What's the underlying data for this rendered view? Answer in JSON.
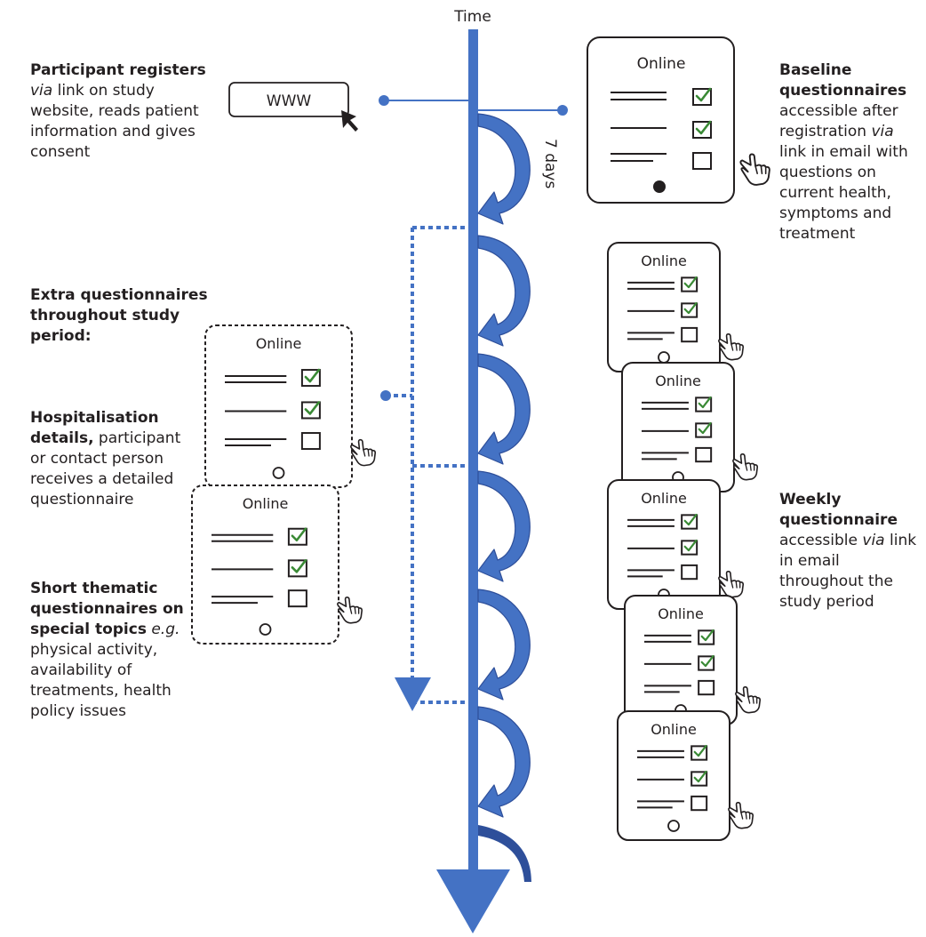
{
  "axis": {
    "label": "Time",
    "interval_label": "7 days"
  },
  "registration": {
    "bold": "Participant registers",
    "via": "via",
    "rest": " link on study website, reads patient information and gives consent",
    "www_label": "WWW"
  },
  "baseline": {
    "bold": "Baseline questionnaires",
    "rest1": "accessible after registration ",
    "via": "via",
    "rest2": " link in email with questions on current health, symptoms and treatment",
    "screen_label": "Online"
  },
  "extra": {
    "heading": "Extra questionnaires throughout study period:"
  },
  "hospitalisation": {
    "bold": "Hospitalisation details,",
    "rest": " participant or contact person receives a detailed questionnaire",
    "screen_label": "Online"
  },
  "thematic": {
    "bold": "Short thematic questionnaires on special topics",
    "eg": "e.g.",
    "rest": " physical activity, availability of treatments, health policy issues",
    "screen_label": "Online"
  },
  "weekly": {
    "bold": "Weekly questionnaire",
    "rest1": "accessible ",
    "via": "via",
    "rest2": " link in email throughout the study period",
    "screen_labels": [
      "Online",
      "Online",
      "Online",
      "Online",
      "Online"
    ]
  },
  "colors": {
    "blue": "#4472c4",
    "dark_blue": "#2e4f9a",
    "check": "#3a8a35",
    "text": "#231f20"
  }
}
